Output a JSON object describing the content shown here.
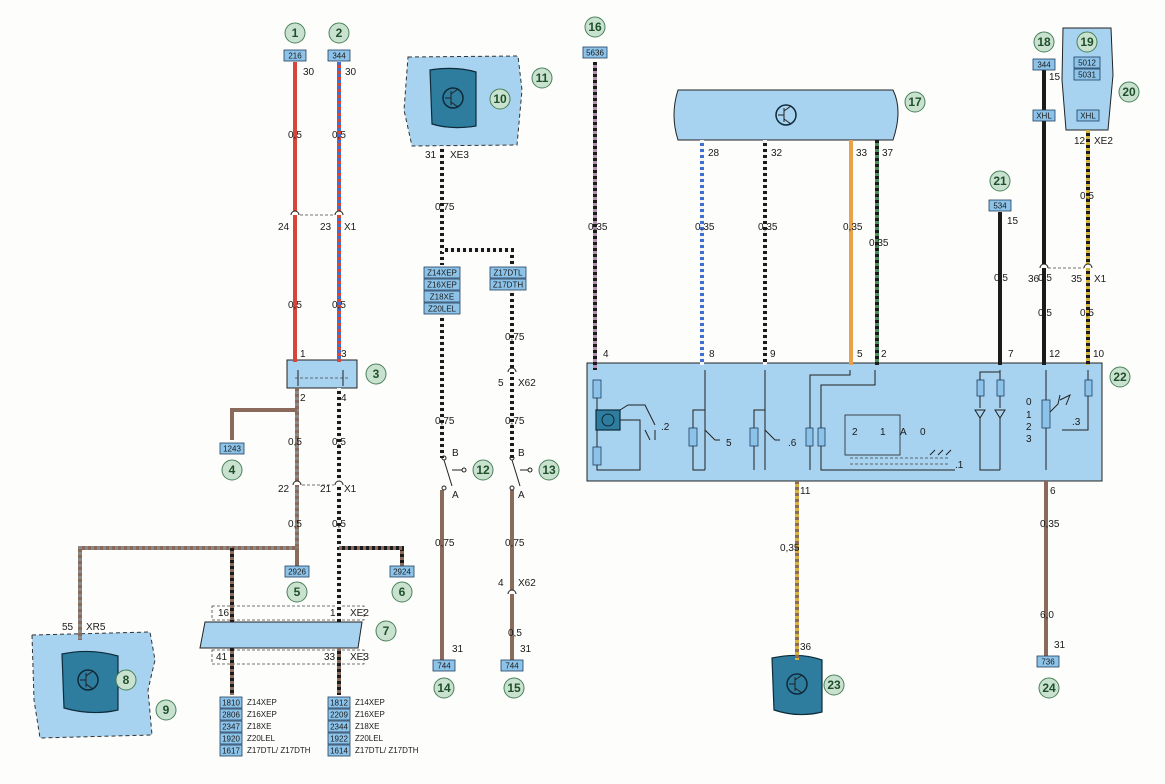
{
  "callouts": [
    "1",
    "2",
    "3",
    "4",
    "5",
    "6",
    "7",
    "8",
    "9",
    "10",
    "11",
    "12",
    "13",
    "14",
    "15",
    "16",
    "17",
    "18",
    "19",
    "20",
    "21",
    "22",
    "23",
    "24"
  ],
  "circuit_tags": {
    "t216": "216",
    "t344a": "344",
    "t5636": "5636",
    "t344b": "344",
    "t5012": "5012",
    "t5031": "5031",
    "t534": "534",
    "t1243": "1243",
    "t2926": "2926",
    "t2924": "2924",
    "t744a": "744",
    "t744b": "744",
    "t736": "736",
    "xhl1": "XHL",
    "xhl2": "XHL",
    "eng_left": [
      "Z14XEP",
      "Z16XEP",
      "Z18XE",
      "Z20LEL"
    ],
    "eng_right": [
      "Z17DTL",
      "Z17DTH"
    ],
    "bottom_left": [
      {
        "code": "1810",
        "eng": "Z14XEP"
      },
      {
        "code": "2806",
        "eng": "Z16XEP"
      },
      {
        "code": "2347",
        "eng": "Z18XE"
      },
      {
        "code": "1920",
        "eng": "Z20LEL"
      },
      {
        "code": "1617",
        "eng": "Z17DTL/ Z17DTH"
      }
    ],
    "bottom_right": [
      {
        "code": "1812",
        "eng": "Z14XEP"
      },
      {
        "code": "2209",
        "eng": "Z16XEP"
      },
      {
        "code": "2344",
        "eng": "Z18XE"
      },
      {
        "code": "1922",
        "eng": "Z20LEL"
      },
      {
        "code": "1614",
        "eng": "Z17DTL/ Z17DTH"
      }
    ]
  },
  "connectors": {
    "x1": "X1",
    "x1b": "X1",
    "x1c": "X1",
    "xe3": "XE3",
    "xe3b": "XE3",
    "xe2": "XE2",
    "xe2b": "XE2",
    "xr5": "XR5",
    "x62a": "X62",
    "x62b": "X62"
  },
  "wire_labels": {
    "w30a": "30",
    "w30b": "30",
    "s05": "0,5",
    "s075": "0,75",
    "s035": "0,35",
    "s60": "6,0",
    "p24": "24",
    "p23": "23",
    "p22": "22",
    "p21": "21",
    "p1": "1",
    "p2": "2",
    "p3": "3",
    "p4": "4",
    "p31": "31",
    "p28": "28",
    "p32": "32",
    "p33": "33",
    "p37": "37",
    "p15": "15",
    "p12": "12",
    "p36": "36",
    "p35": "35",
    "p5": "5",
    "p8": "8",
    "p9": "9",
    "p7": "7",
    "p10": "10",
    "p11": "11",
    "p6": "6",
    "p55": "55",
    "p16": "16",
    "p41": "41",
    "pB": "B",
    "pA": "A",
    "i2": ".2",
    "i3": ".3",
    "i5": "5",
    "i6": ".6",
    "i1": ".1",
    "s2": "2",
    "s1": "1",
    "sA": "A",
    "s0": "0",
    "sw0": "0",
    "sw1": "1",
    "sw2": "2",
    "sw3": "3"
  },
  "colors": {
    "red": "#d8453a",
    "blue": "#3f6fd0",
    "brown": "#8a6a5a",
    "black": "#1b1b1b",
    "grey": "#8a8a8a",
    "orange": "#e7a24a",
    "green": "#4c8c5c",
    "violet": "#b28db0",
    "yellow": "#d9b13c",
    "white": "#f4f4f4"
  }
}
